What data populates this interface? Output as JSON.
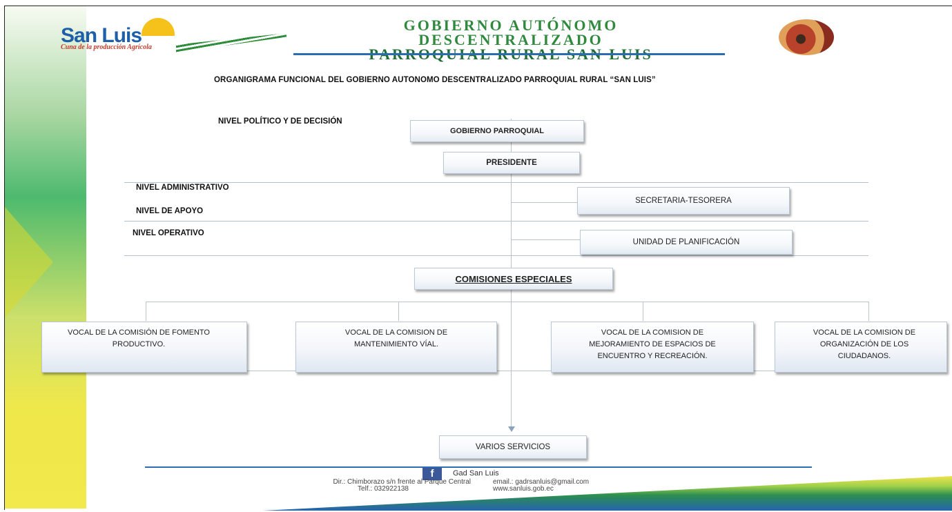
{
  "header": {
    "logo_name": "San Luis",
    "logo_tagline": "Cuna de la producción Agrícola",
    "gov_line1": "GOBIERNO AUTÓNOMO",
    "gov_line2": "DESCENTRALIZADO",
    "gov_line3": "PARROQUIAL RURAL SAN LUIS"
  },
  "title": "ORGANIGRAMA FUNCIONAL DEL GOBIERNO AUTONOMO DESCENTRALIZADO PARROQUIAL RURAL “SAN LUIS”",
  "levels": {
    "politico": "NIVEL POLÍTICO Y   DE DECISIÓN",
    "administrativo": "NIVEL ADMINISTRATIVO",
    "apoyo": "NIVEL DE APOYO",
    "operativo": "NIVEL OPERATIVO"
  },
  "nodes": {
    "gobierno": "GOBIERNO PARROQUIAL",
    "presidente": "PRESIDENTE",
    "secretaria": "SECRETARIA-TESORERA",
    "planificacion": "UNIDAD DE PLANIFICACIÓN",
    "comisiones": "COMISIONES ESPECIALES",
    "vocal1": "VOCAL DE  LA COMISIÓN DE FOMENTO PRODUCTIVO.",
    "vocal2": "VOCAL DE LA COMISION DE MANTENIMIENTO VÍAL.",
    "vocal3": "VOCAL DE LA COMISION DE MEJORAMIENTO DE ESPACIOS DE ENCUENTRO Y RECREACIÓN.",
    "vocal4": "VOCAL DE LA COMISION DE ORGANIZACIÓN DE LOS CIUDADANOS.",
    "servicios": "VARIOS SERVICIOS"
  },
  "footer": {
    "facebook_icon": "f",
    "facebook": "Gad San Luis",
    "address": "Dir.: Chimborazo s/n frente al Parque Central",
    "phone": "Telf.: 032922138",
    "email": "email.: gadrsanluis@gmail.com",
    "web": "www.sanluis.gob.ec"
  },
  "icons": [
    "sun-icon",
    "seal-emblem",
    "facebook-icon"
  ],
  "colors": {
    "gov_green": "#2f8a3d",
    "logo_blue": "#1d5fa8",
    "footer_blue": "#2f6bb2"
  }
}
